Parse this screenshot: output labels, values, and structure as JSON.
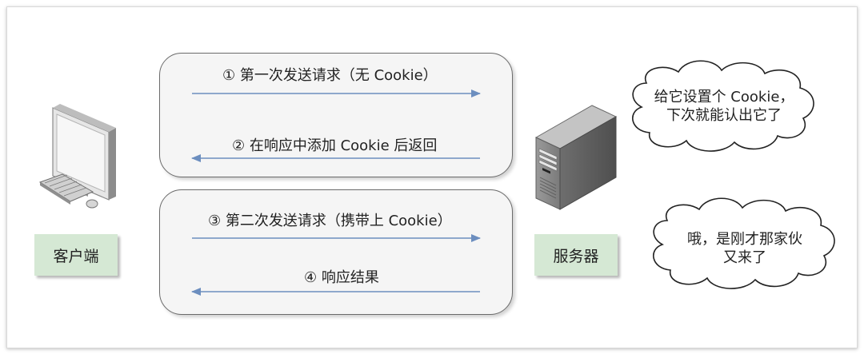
{
  "client": {
    "label": "客户端"
  },
  "server": {
    "label": "服务器"
  },
  "messages": [
    {
      "text": "① 第一次发送请求（无 Cookie）"
    },
    {
      "text": "② 在响应中添加 Cookie 后返回"
    },
    {
      "text": "③ 第二次发送请求（携带上 Cookie）"
    },
    {
      "text": "④ 响应结果"
    }
  ],
  "clouds": [
    {
      "line1": "给它设置个 Cookie，",
      "line2": "下次就能认出它了"
    },
    {
      "line1": "哦，是刚才那家伙",
      "line2": "又来了"
    }
  ],
  "colors": {
    "arrow": "#6c8ebf",
    "label_fill": "#d5e8d4",
    "panel_fill": "#f5f5f5"
  }
}
